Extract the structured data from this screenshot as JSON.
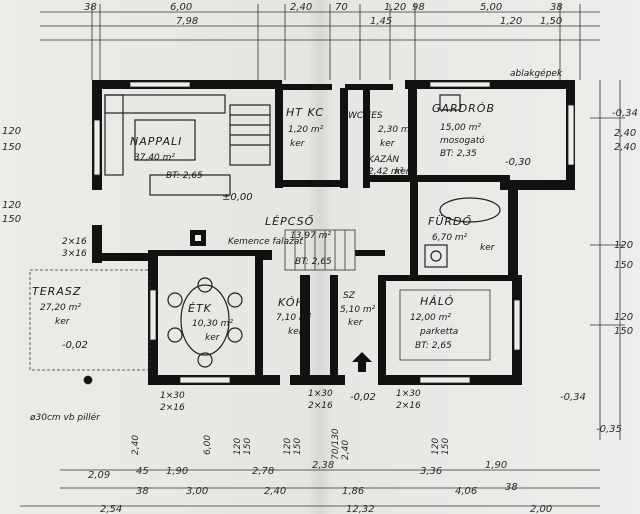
{
  "top_dims_row1": [
    "38",
    "6,00",
    "2,40",
    "70",
    "1,20",
    "98",
    "5,00",
    "38"
  ],
  "top_dims_row2": [
    "7,98",
    "1,45",
    "1,20",
    "1,50"
  ],
  "right_dims": [
    "-0,34",
    "2,40",
    "2,40",
    "120",
    "150",
    "120",
    "150",
    "-0,34",
    "-0,35"
  ],
  "left_dims": [
    "120",
    "150",
    "120",
    "150"
  ],
  "bottom_dims_row1": [
    "2,09",
    "45",
    "1,90",
    "2,78",
    "2,38",
    "3,36",
    "1,90"
  ],
  "bottom_dims_row2": [
    "38",
    "3,00",
    "2,40",
    "1,86",
    "4,06",
    "38"
  ],
  "bottom_dims_row3": [
    "2,54",
    "12,32",
    "2,00"
  ],
  "bottom_vert": [
    "6,00",
    "120",
    "150",
    "120",
    "150",
    "2,40",
    "70/130",
    "2,40",
    "120",
    "150"
  ],
  "rooms": {
    "nappali": {
      "name": "NAPPALI",
      "area": "37,40 m²",
      "floor": "BT: 2,65"
    },
    "htkc": {
      "name": "HT KC",
      "area": "1,20 m²",
      "floor": "ker"
    },
    "wc_fes": {
      "name": "WC FES",
      "area": "2,30 m²",
      "floor": "ker"
    },
    "gardrob": {
      "name": "GARDRÓB",
      "area": "15,00 m²",
      "floor": "mosogató",
      "extra": "BT: 2,35"
    },
    "kazan": {
      "name": "KAZÁN",
      "area": "2,42 m²",
      "floor": "ker"
    },
    "lepcso": {
      "name": "LÉPCSŐ",
      "area": "13,97 m²",
      "floor": "BT: 2,65"
    },
    "furdo": {
      "name": "FÜRDŐ",
      "area": "6,70 m²",
      "floor": "ker"
    },
    "terasz": {
      "name": "TERASZ",
      "area": "27,20 m²",
      "floor": "ker"
    },
    "etk": {
      "name": "ÉTK",
      "area": "10,30 m²",
      "floor": "ker"
    },
    "koh": {
      "name": "KÓH",
      "area": "7,10 m²",
      "floor": "ker"
    },
    "sz": {
      "name": "SZ",
      "area": "5,10 m²",
      "floor": "ker"
    },
    "halo": {
      "name": "HÁLÓ",
      "area": "12,00 m²",
      "floor": "parketta",
      "extra": "BT: 2,65"
    }
  },
  "levels": [
    "±0,00",
    "-0,02",
    "-0,02",
    "-0,30"
  ],
  "notes": {
    "ablak": "ablakgépek",
    "pillar": "ø30cm vb pillér",
    "kemence": "Kemence falazat",
    "a1": "1×30",
    "a2": "2×16",
    "b1": "1×30",
    "b2": "2×16",
    "c1": "1×30",
    "c2": "2×16",
    "d1": "2×16",
    "d2": "3×16"
  }
}
